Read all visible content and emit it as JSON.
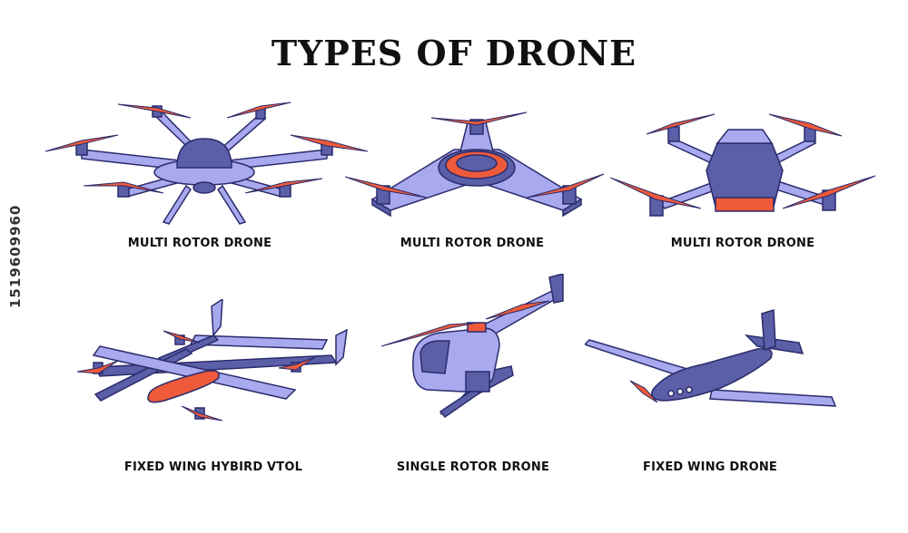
{
  "title": "TYPES OF DRONE",
  "stock_id": "1519609960",
  "colors": {
    "body": "#a9a9f0",
    "dark": "#5b5fa8",
    "outline": "#2b2b6b",
    "prop": "#ee5a3a"
  },
  "drones": [
    {
      "label": "MULTI ROTOR DRONE",
      "icon": "hexacopter-drone-icon"
    },
    {
      "label": "MULTI ROTOR DRONE",
      "icon": "tricopter-drone-icon"
    },
    {
      "label": "MULTI ROTOR DRONE",
      "icon": "quadcopter-drone-icon"
    },
    {
      "label": "FIXED WING HYBIRD VTOL",
      "icon": "vtol-drone-icon"
    },
    {
      "label": "SINGLE ROTOR DRONE",
      "icon": "helicopter-drone-icon"
    },
    {
      "label": "FIXED WING DRONE",
      "icon": "fixed-wing-drone-icon"
    }
  ]
}
